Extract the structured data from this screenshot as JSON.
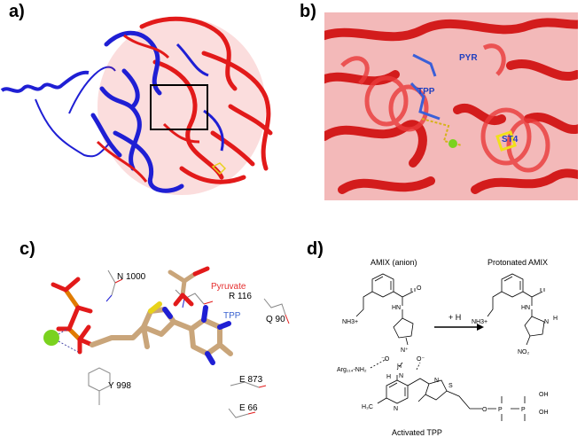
{
  "panels": {
    "a": {
      "label": "a)"
    },
    "b": {
      "label": "b)",
      "tags": {
        "pyr": "PYR",
        "tpp": "TPP",
        "st4": "ST4"
      }
    },
    "c": {
      "label": "c)",
      "residues": {
        "n1000": "N 1000",
        "pyruvate": "Pyruvate",
        "r116": "R 116",
        "tpp": "TPP",
        "q90": "Q 90",
        "e873": "E 873",
        "y998": "Y 998",
        "e66": "E 66"
      }
    },
    "d": {
      "label": "d)",
      "titles": {
        "amix_anion": "AMIX  (anion)",
        "protonated_amix": "Protonated AMIX",
        "activated_tpp": "Activated TPP"
      },
      "reaction_label": "+ H",
      "atoms": {
        "nh3_left": "NH3+",
        "nh3_right": "NH3+",
        "hn_left": "HN",
        "hn_right": "HN",
        "o_left": "O",
        "n_h": "N",
        "h_right": "H",
        "no2": "NO₂",
        "arg": "Arg₁₁₄-NH₂",
        "n_plus": "N⁺",
        "o_minus": "⁻O",
        "o_single": "O⁻",
        "h_bond": "H",
        "n_ring": "N",
        "h_n": "H",
        "n_bottom": "N",
        "h3c": "H₃C",
        "n_thz": "N",
        "s_thz": "S",
        "oh_p1": "OH",
        "oh_p2": "OH",
        "o_p": "O",
        "p1": "P",
        "p2": "P"
      }
    }
  },
  "colors": {
    "red_protein": "#e21a1a",
    "blue_protein": "#1f1fd4",
    "tan_ligand": "#c9a57a",
    "phosphate_orange": "#e07b00",
    "magnesium_green": "#7ad21f",
    "pyruvate_label": "#e52f2f",
    "tpp_label": "#3a63d0"
  }
}
